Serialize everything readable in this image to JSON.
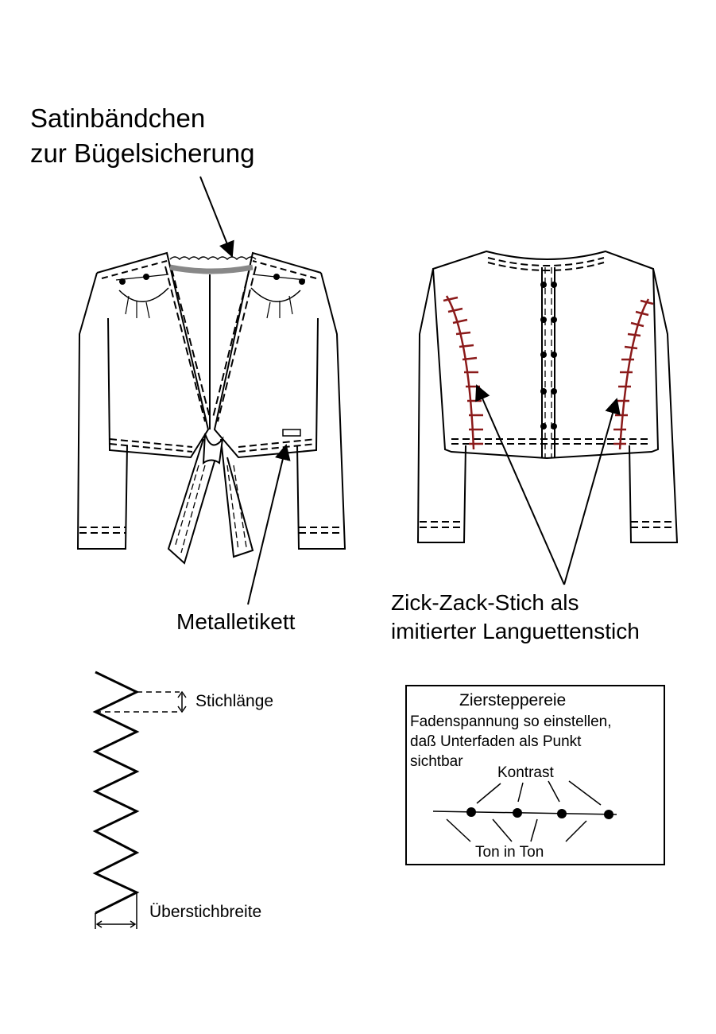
{
  "labels": {
    "satin_line1": "Satinbändchen",
    "satin_line2": "zur Bügelsicherung",
    "metal": "Metalletikett",
    "zigzag_line1": "Zick-Zack-Stich als",
    "zigzag_line2": "imitierter Languettenstich",
    "stitch_length": "Stichlänge",
    "overstitch_width": "Überstichbreite"
  },
  "box": {
    "title": "Ziersteppereie",
    "desc_line1": "Fadenspannung so einstellen,",
    "desc_line2": "daß Unterfaden als Punkt",
    "desc_line3": "sichtbar",
    "contrast": "Kontrast",
    "tone": "Ton in Ton"
  },
  "colors": {
    "stroke": "#000000",
    "stitch_red": "#8b1a1a",
    "ribbon_grey": "#888888"
  }
}
